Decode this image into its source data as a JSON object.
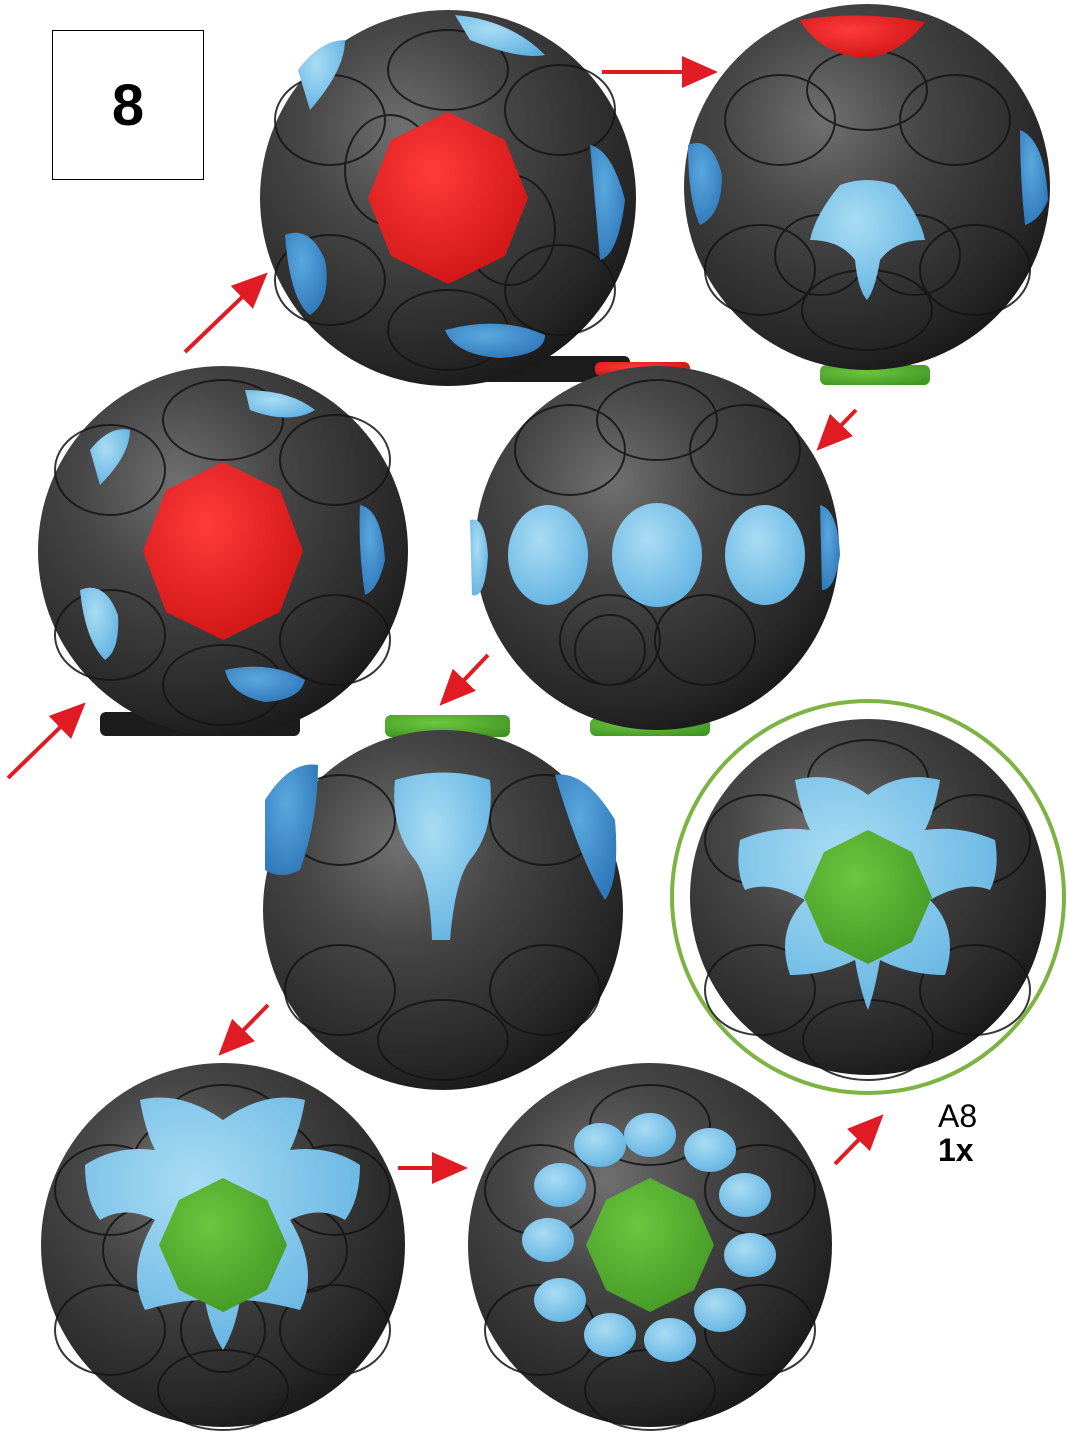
{
  "step": {
    "number": "8"
  },
  "part": {
    "id": "A8",
    "quantity": "1x"
  },
  "colors": {
    "shell": "#3a3a3a",
    "red_panel": "#e11b1b",
    "light_blue_panel": "#7cc3e8",
    "blue_panel": "#3b8fd0",
    "green_panel": "#58b032",
    "arrow": "#e01b24",
    "highlight_ring": "#7cb342"
  },
  "icons": {
    "arrow": "arrow-icon",
    "sphere": "sphere-assembly-icon"
  }
}
